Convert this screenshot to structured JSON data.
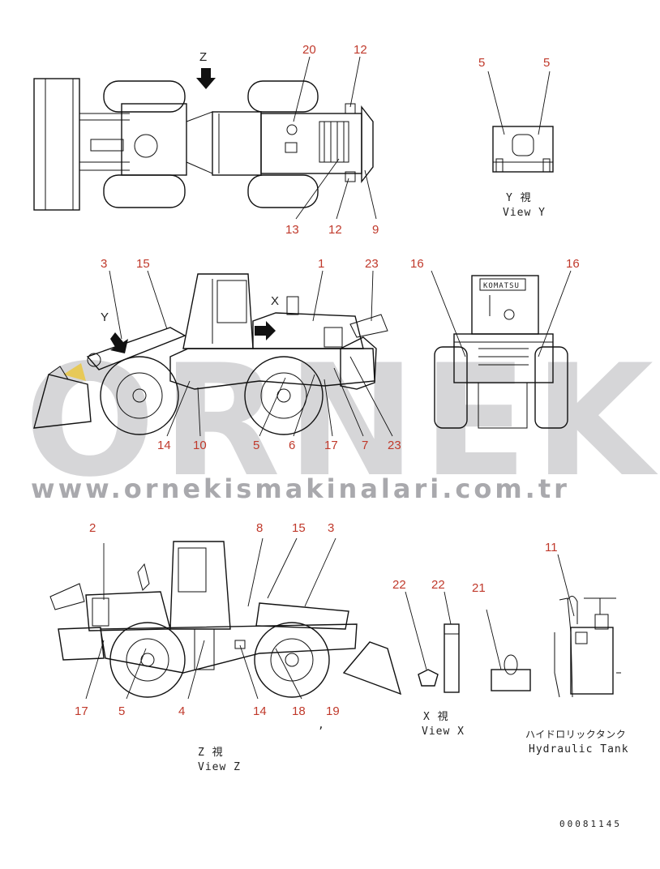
{
  "watermark": {
    "brand": "ORNEK",
    "url": "www.ornekismakinalari.com.tr",
    "accent_color": "#e9c84a"
  },
  "callout_color": "#c0392b",
  "callouts": {
    "top_view": [
      "20",
      "12",
      "13",
      "12",
      "9"
    ],
    "view_y": [
      "5",
      "5"
    ],
    "side_left": [
      "3",
      "15",
      "1",
      "23",
      "14",
      "10",
      "5",
      "6",
      "17",
      "7",
      "23"
    ],
    "front_view": [
      "16",
      "16"
    ],
    "side_right": [
      "2",
      "8",
      "15",
      "3",
      "17",
      "5",
      "4",
      "14",
      "18",
      "19"
    ],
    "view_x": [
      "22",
      "22",
      "21"
    ],
    "hydraulic_tank": [
      "11"
    ]
  },
  "view_markers": {
    "z": "Z",
    "y": "Y",
    "x": "X"
  },
  "labels": {
    "view_y_jp": "Y  視",
    "view_y": "View Y",
    "view_z_jp": "Z  視",
    "view_z": "View Z",
    "view_x_jp": "X  視",
    "view_x": "View X",
    "tank_jp": "ハイドロリックタンク",
    "tank": "Hydraulic Tank",
    "brand_plate": "KOMATSU",
    "drawing_number": "00081145",
    "stray_mark": ","
  }
}
